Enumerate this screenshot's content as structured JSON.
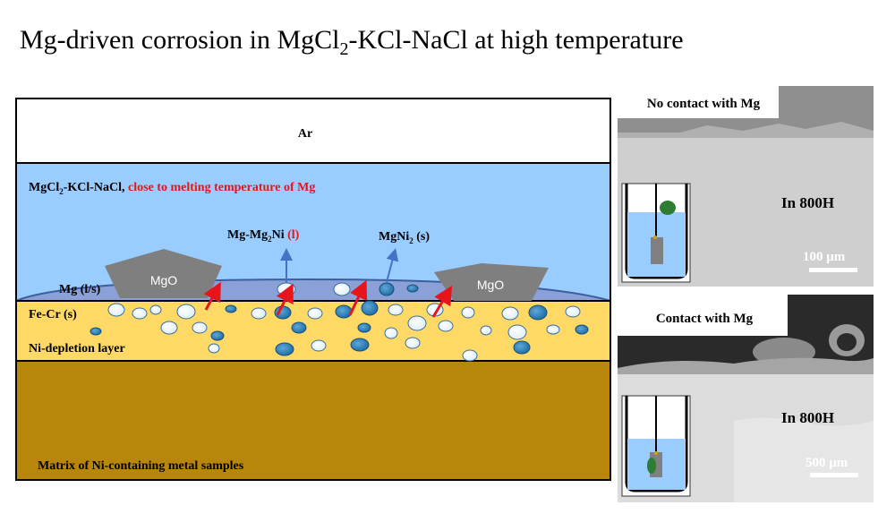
{
  "title": {
    "part1": "Mg-driven corrosion in MgCl",
    "sub1": "2",
    "part2": "-KCl-NaCl at high temperature"
  },
  "diagram": {
    "ar_label": "Ar",
    "salt_label_black_1": "MgCl",
    "salt_label_sub": "2",
    "salt_label_black_2": "-KCl-NaCl, ",
    "salt_label_red": "close to melting temperature of Mg",
    "mg_mg2ni_1": "Mg-Mg",
    "mg_mg2ni_sub": "2",
    "mg_mg2ni_2": "Ni ",
    "mg_mg2ni_red": "(l)",
    "mgni2_1": "MgNi",
    "mgni2_sub": "2",
    "mgni2_2": " (s)",
    "mgo_left": "MgO",
    "mgo_right": "MgO",
    "mg_ls": "Mg (l/s)",
    "fecr": "Fe-Cr (s)",
    "ni_depletion": "Ni-depletion layer",
    "matrix": "Matrix of Ni-containing metal samples",
    "colors": {
      "salt": "#99ccff",
      "mg_layer": "#8aa0d6",
      "fecr": "#ffd966",
      "matrix": "#b8860b",
      "mgo": "#7f7f7f",
      "arrow_red": "#e8141c",
      "arrow_blue": "#4472c4"
    }
  },
  "panel_top": {
    "label": "No contact with Mg",
    "alloy": "In 800H",
    "scale": "100 μm"
  },
  "panel_bottom": {
    "label": "Contact with Mg",
    "alloy": "In 800H",
    "scale": "500 μm"
  }
}
